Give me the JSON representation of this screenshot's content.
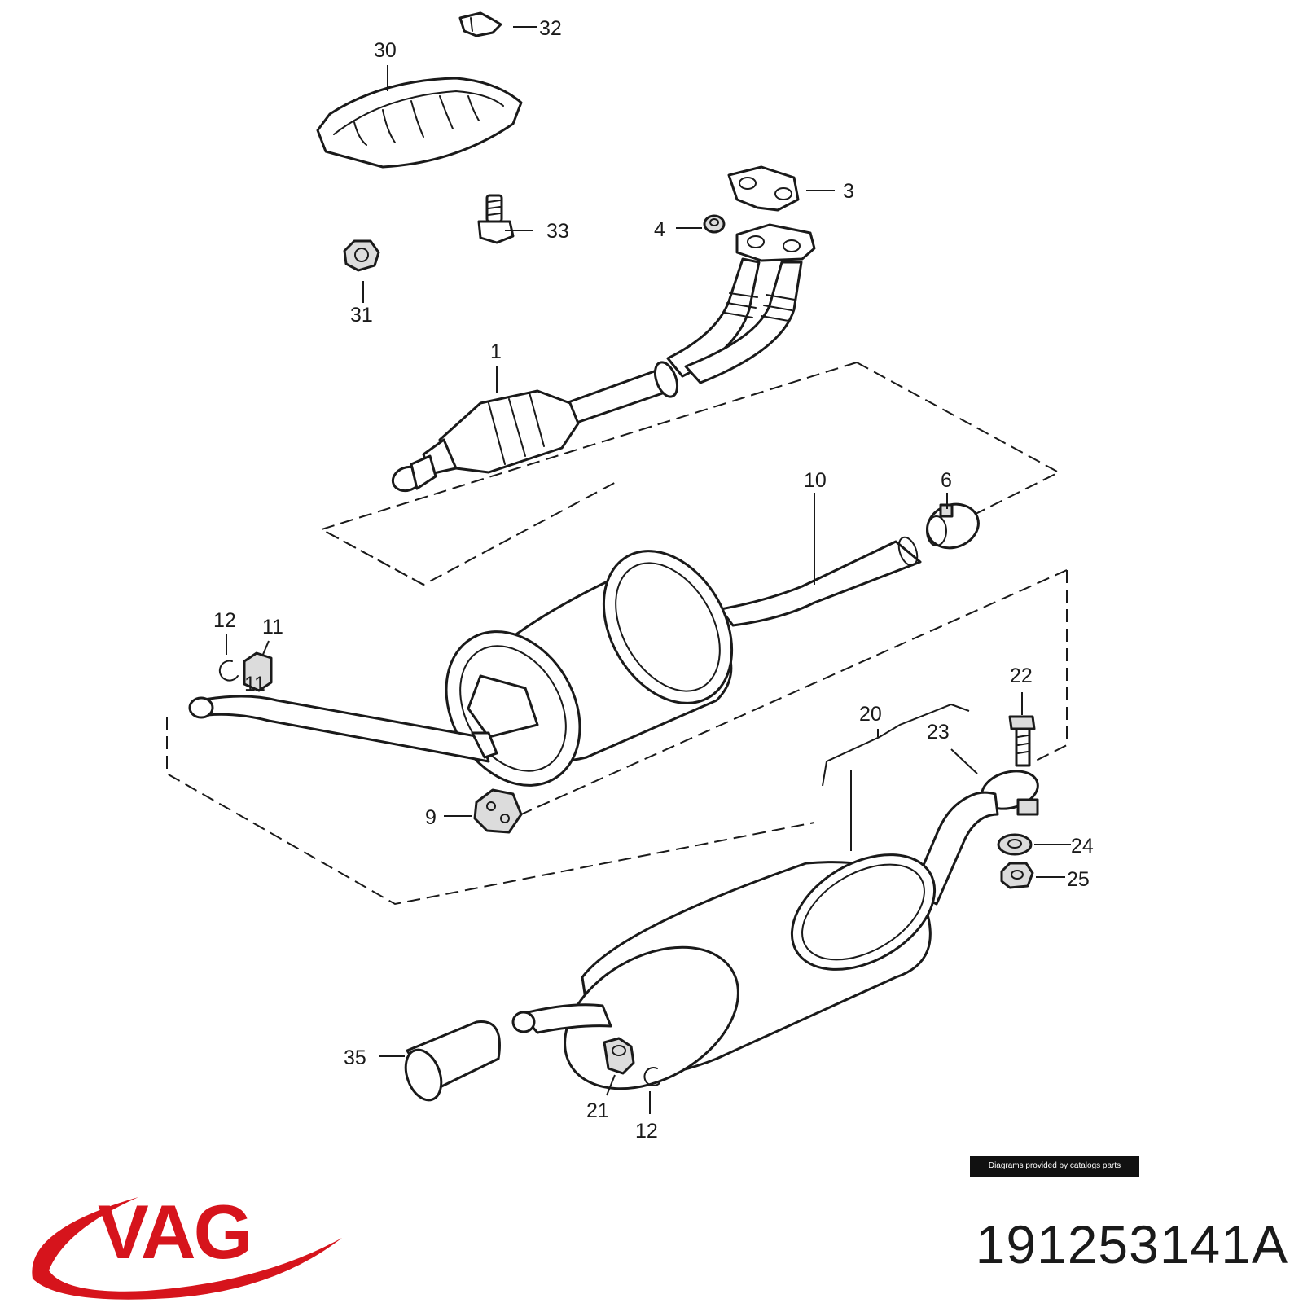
{
  "diagram": {
    "callouts": {
      "c1": "1",
      "c3": "3",
      "c4": "4",
      "c6": "6",
      "c9": "9",
      "c10": "10",
      "c11": "11",
      "c11b": "11",
      "c12a": "12",
      "c12b": "12",
      "c20": "20",
      "c21": "21",
      "c22": "22",
      "c23": "23",
      "c24": "24",
      "c25": "25",
      "c30": "30",
      "c31": "31",
      "c32": "32",
      "c33": "33",
      "c35": "35"
    }
  },
  "credit": "Diagrams provided by catalogs parts",
  "brand": {
    "name": "VAG",
    "color": "#d6141c"
  },
  "part_number": "191253141A"
}
